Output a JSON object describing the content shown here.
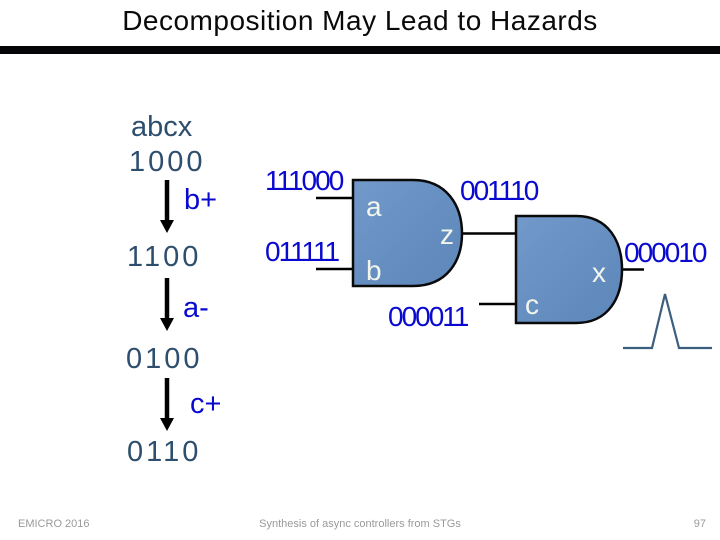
{
  "slide": {
    "title": "Decomposition May Lead to Hazards"
  },
  "state_diagram": {
    "signals_header": "abcx",
    "states": [
      "1000",
      "1100",
      "0100",
      "0110"
    ],
    "transitions": [
      "b+",
      "a-",
      "c+"
    ]
  },
  "circuit": {
    "gate_z": {
      "type": "AND",
      "inputs": [
        {
          "label": "a",
          "waveform": "111000"
        },
        {
          "label": "b",
          "waveform": "011111"
        }
      ],
      "output": {
        "label": "z",
        "waveform": "001110"
      }
    },
    "gate_x": {
      "type": "AND",
      "inputs": [
        {
          "label": "z",
          "waveform": "001110"
        },
        {
          "label": "c",
          "waveform": "000011"
        }
      ],
      "output": {
        "label": "x",
        "waveform": "000010"
      }
    },
    "hazard_pulse_icon": "glitch-pulse-waveform"
  },
  "footer": {
    "conference": "EMICRO 2016",
    "deck_title": "Synthesis of async controllers from STGs",
    "page_number": "97"
  },
  "colors": {
    "value_blue": "#0909CF",
    "state_blue": "#2E4E6E",
    "gate_fill": "#6590C3",
    "gate_stroke": "#000000",
    "pulse": "#3C5F80",
    "title_bar": "#050508",
    "footer_gray": "#9A9A9A"
  }
}
